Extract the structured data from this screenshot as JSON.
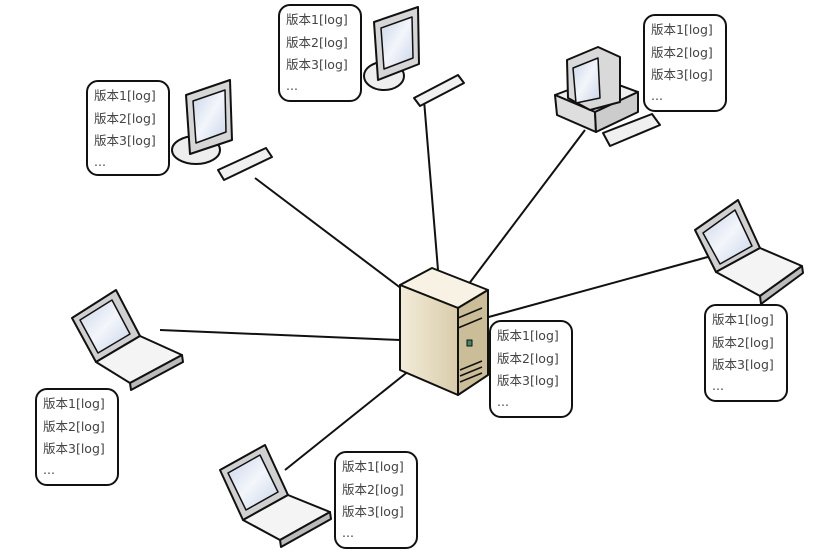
{
  "diagram": {
    "type": "network-topology",
    "description": "Central server connected to client machines, each maintaining its own version log list",
    "nodes": [
      {
        "id": "server",
        "kind": "server",
        "log": {
          "lines": [
            "版本1[log]",
            "版本2[log]",
            "版本3[log]",
            "..."
          ]
        }
      },
      {
        "id": "desktop-top-left",
        "kind": "desktop-monitor",
        "log": {
          "lines": [
            "版本1[log]",
            "版本2[log]",
            "版本3[log]",
            "..."
          ]
        }
      },
      {
        "id": "desktop-top-center",
        "kind": "desktop-monitor",
        "log": {
          "lines": [
            "版本1[log]",
            "版本2[log]",
            "版本3[log]",
            "..."
          ]
        }
      },
      {
        "id": "desktop-top-right",
        "kind": "desktop-pc",
        "log": {
          "lines": [
            "版本1[log]",
            "版本2[log]",
            "版本3[log]",
            "..."
          ]
        }
      },
      {
        "id": "laptop-right",
        "kind": "laptop",
        "log": {
          "lines": [
            "版本1[log]",
            "版本2[log]",
            "版本3[log]",
            "..."
          ]
        }
      },
      {
        "id": "laptop-left",
        "kind": "laptop",
        "log": {
          "lines": [
            "版本1[log]",
            "版本2[log]",
            "版本3[log]",
            "..."
          ]
        }
      },
      {
        "id": "laptop-bottom",
        "kind": "laptop",
        "log": {
          "lines": [
            "版本1[log]",
            "版本2[log]",
            "版本3[log]",
            "..."
          ]
        }
      }
    ],
    "edges": [
      {
        "from": "server",
        "to": "desktop-top-left"
      },
      {
        "from": "server",
        "to": "desktop-top-center"
      },
      {
        "from": "server",
        "to": "desktop-top-right"
      },
      {
        "from": "server",
        "to": "laptop-right"
      },
      {
        "from": "server",
        "to": "laptop-left"
      },
      {
        "from": "server",
        "to": "laptop-bottom"
      }
    ],
    "colors": {
      "line": "#111111",
      "text": "#444444",
      "server_body": "#e9dfc6",
      "screen": "#dfe6f2"
    }
  }
}
